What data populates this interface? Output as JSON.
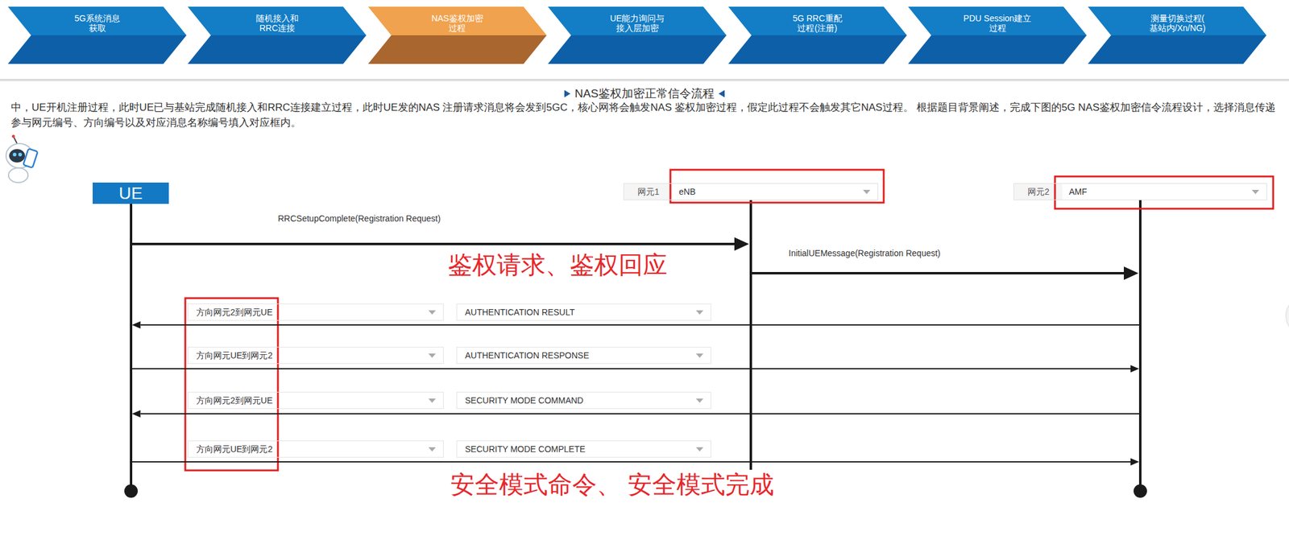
{
  "diagram": {
    "title": "NAS鉴权加密正常信令流程",
    "nodes": [
      {
        "text": [
          "5G系统消息 获取"
        ]
      },
      {
        "text": [
          "随机接入和 RRC连接"
        ]
      },
      {
        "text": [
          "NAS鉴权加密 过程"
        ]
      },
      {
        "text": [
          "UE能力询问与 接入层加密"
        ]
      },
      {
        "text": [
          "5G RRC重配 过程(注册)"
        ]
      },
      {
        "text": [
          "PDU Session建立 过程"
        ]
      },
      {
        "text": [
          "测量切换过程( 基站内/Xn/NG)"
        ]
      },
      {
        "text": [
          "UE"
        ]
      },
      {
        "text": [
          "网元1",
          "eNB"
        ]
      },
      {
        "text": [
          "网元2",
          "AMF"
        ]
      },
      {
        "text": [
          "方向网元2到网元UE"
        ]
      },
      {
        "text": [
          "AUTHENTICATION RESULT"
        ]
      },
      {
        "text": [
          "方向网元UE到网元2"
        ]
      },
      {
        "text": [
          "AUTHENTICATION RESPONSE"
        ]
      },
      {
        "text": [
          "方向网元2到网元UE"
        ]
      },
      {
        "text": [
          "SECURITY MODE COMMAND"
        ]
      },
      {
        "text": [
          "方向网元UE到网元2"
        ]
      },
      {
        "text": [
          "SECURITY MODE COMPLETE"
        ]
      }
    ],
    "edges": [
      {
        "from": 7,
        "to": 8,
        "arrow": "to",
        "label": "RRCSetupComplete(Registration Request)"
      },
      {
        "from": 8,
        "to": 9,
        "arrow": "to",
        "label": "InitialUEMessage(Registration Request)"
      },
      {
        "from": 9,
        "to": 7,
        "arrow": "to"
      },
      {
        "from": 7,
        "to": 9,
        "arrow": "to"
      },
      {
        "from": 9,
        "to": 7,
        "arrow": "to"
      },
      {
        "from": 7,
        "to": 9,
        "arrow": "to"
      }
    ],
    "labels": [
      "中，UE开机注册过程，此时UE已与基站完成随机接入和RRC连接建立过程，此时UE发的NAS 注册请求消息将会发到5GC，核心网将会触发NAS 鉴权加密过程，假定此过程不会触发其它NAS过程。 根据题目背景阐述，完成下图的5G NAS鉴权加密信令流程设计，选择消息传递参与网元编号、方向编号以及对应消息名称编号填入对应框内。",
      "鉴权请求、鉴权回应",
      "安全模式命令、 安全模式完成"
    ]
  }
}
